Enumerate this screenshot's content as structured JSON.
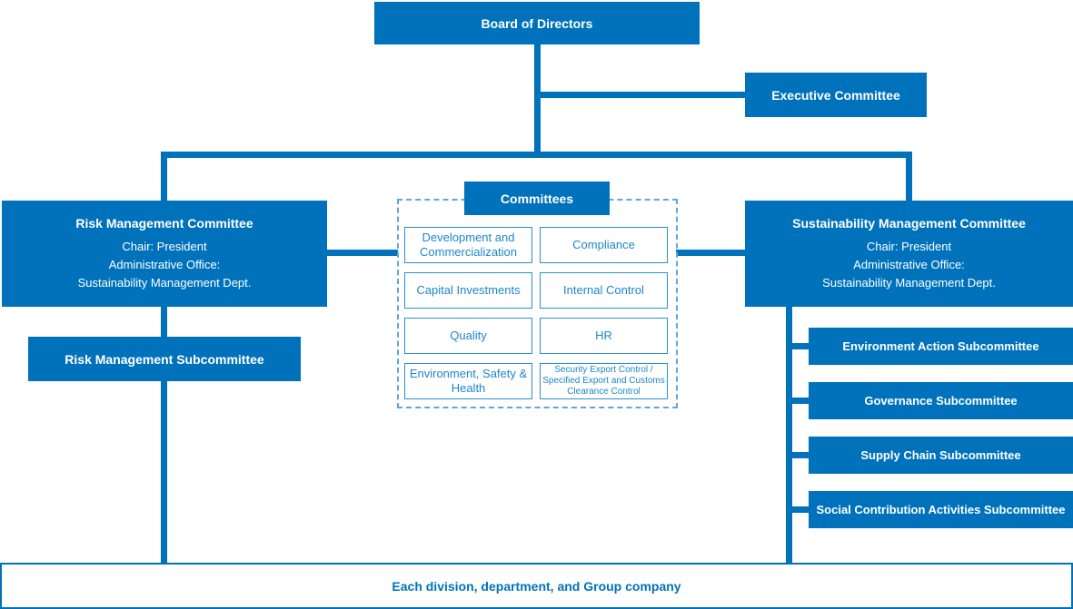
{
  "colors": {
    "primary_blue": "#0072BC",
    "cell_text_blue": "#1C87CC",
    "dashed_border_blue": "#5FA6DC",
    "background": "#FFFFFF"
  },
  "board": {
    "label": "Board of Directors"
  },
  "executive": {
    "label": "Executive Committee"
  },
  "risk_committee": {
    "title": "Risk Management Committee",
    "chair": "Chair: President",
    "office_label": "Administrative Office:",
    "office_dept": "Sustainability Management Dept."
  },
  "sustainability_committee": {
    "title": "Sustainability Management Committee",
    "chair": "Chair: President",
    "office_label": "Administrative Office:",
    "office_dept": "Sustainability Management Dept."
  },
  "risk_subcommittee": {
    "label": "Risk Management Subcommittee"
  },
  "committees": {
    "header": "Committees",
    "items": [
      "Development and Commercialization",
      "Compliance",
      "Capital Investments",
      "Internal Control",
      "Quality",
      "HR",
      "Environment, Safety & Health",
      "Security Export Control / Specified Export and Customs Clearance Control"
    ]
  },
  "subcommittees": {
    "items": [
      "Environment Action Subcommittee",
      "Governance Subcommittee",
      "Supply Chain Subcommittee",
      "Social Contribution Activities Subcommittee"
    ]
  },
  "bottom": {
    "label": "Each division, department, and Group company"
  }
}
